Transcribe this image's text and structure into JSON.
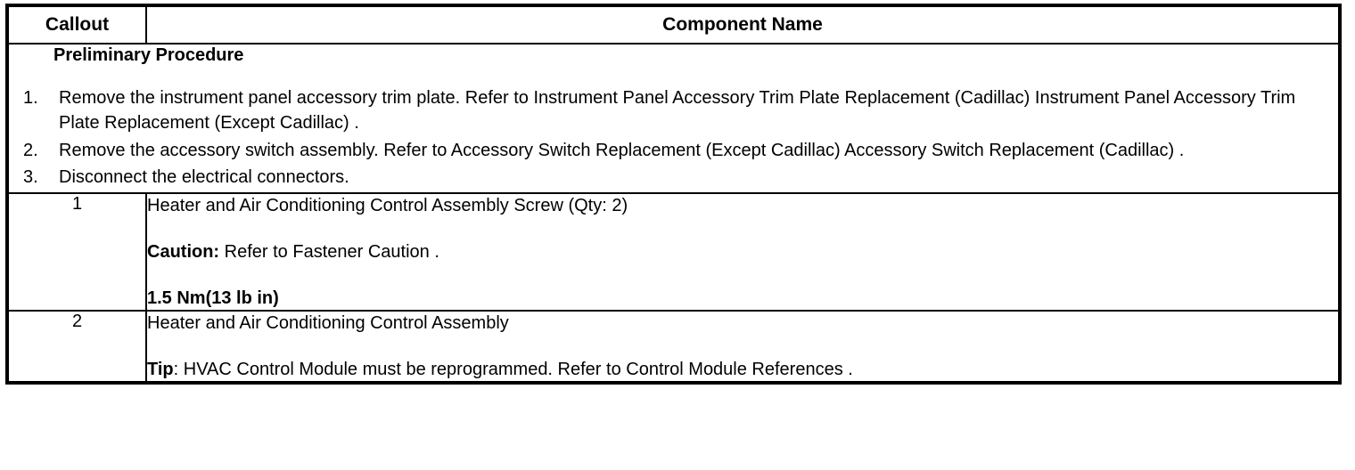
{
  "table": {
    "headers": {
      "callout": "Callout",
      "component": "Component Name"
    },
    "preliminary": {
      "title": "Preliminary Procedure",
      "steps": [
        {
          "number": "1.",
          "text": "Remove the instrument panel accessory trim plate. Refer to Instrument Panel Accessory Trim Plate Replacement (Cadillac) Instrument Panel Accessory Trim Plate Replacement (Except Cadillac) ."
        },
        {
          "number": "2.",
          "text": "Remove the accessory switch assembly. Refer to Accessory Switch Replacement (Except Cadillac) Accessory Switch Replacement (Cadillac) ."
        },
        {
          "number": "3.",
          "text": "Disconnect the electrical connectors."
        }
      ]
    },
    "rows": [
      {
        "callout": "1",
        "name": "Heater and Air Conditioning Control Assembly Screw (Qty: 2)",
        "note_label": "Caution:",
        "note_text": " Refer to Fastener Caution .",
        "torque": "1.5 Nm(13 lb in)"
      },
      {
        "callout": "2",
        "name": "Heater and Air Conditioning Control Assembly",
        "note_label": "Tip",
        "note_text": ": HVAC Control Module must be reprogrammed. Refer to Control Module References ."
      }
    ]
  }
}
